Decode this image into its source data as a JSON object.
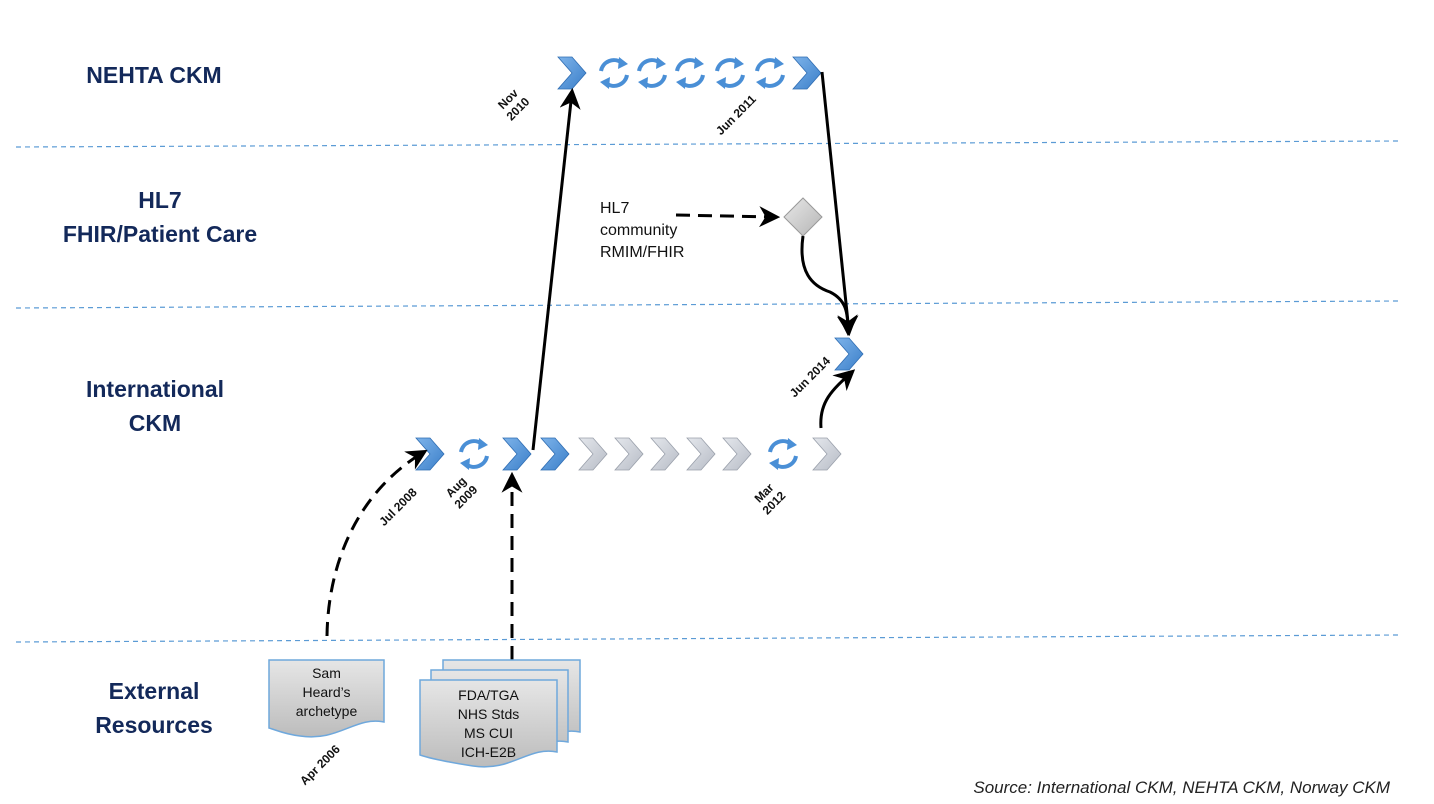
{
  "lanes": {
    "nehta": {
      "line1": "NEHTA CKM"
    },
    "hl7": {
      "line1": "HL7",
      "line2": "FHIR/Patient Care"
    },
    "international": {
      "line1": "International",
      "line2": "CKM"
    },
    "external": {
      "line1": "External",
      "line2": "Resources"
    }
  },
  "dates": {
    "nov2010": {
      "line1": "Nov",
      "line2": "2010"
    },
    "jun2011": "Jun 2011",
    "jul2008": "Jul 2008",
    "aug2009": {
      "line1": "Aug",
      "line2": "2009"
    },
    "mar2012": {
      "line1": "Mar",
      "line2": "2012"
    },
    "jun2014": "Jun 2014",
    "apr2006": "Apr 2006"
  },
  "hl7_community": {
    "line1": "HL7",
    "line2": "community",
    "line3": "RMIM/FHIR"
  },
  "sam_doc": {
    "line1": "Sam",
    "line2": "Heard’s",
    "line3": "archetype"
  },
  "stds_doc": {
    "line1": "FDA/TGA",
    "line2": "NHS Stds",
    "line3": "MS CUI",
    "line4": "ICH-E2B"
  },
  "source": "Source: International CKM, NEHTA CKM, Norway CKM",
  "colors": {
    "lane_title": "#13295a",
    "chevron_blue": "#4a8fd6",
    "chevron_grey": "#c8ccd4",
    "divider": "#5b9bd5",
    "doc_fill": "#d0d0d0",
    "doc_border": "#6fa8dc"
  }
}
